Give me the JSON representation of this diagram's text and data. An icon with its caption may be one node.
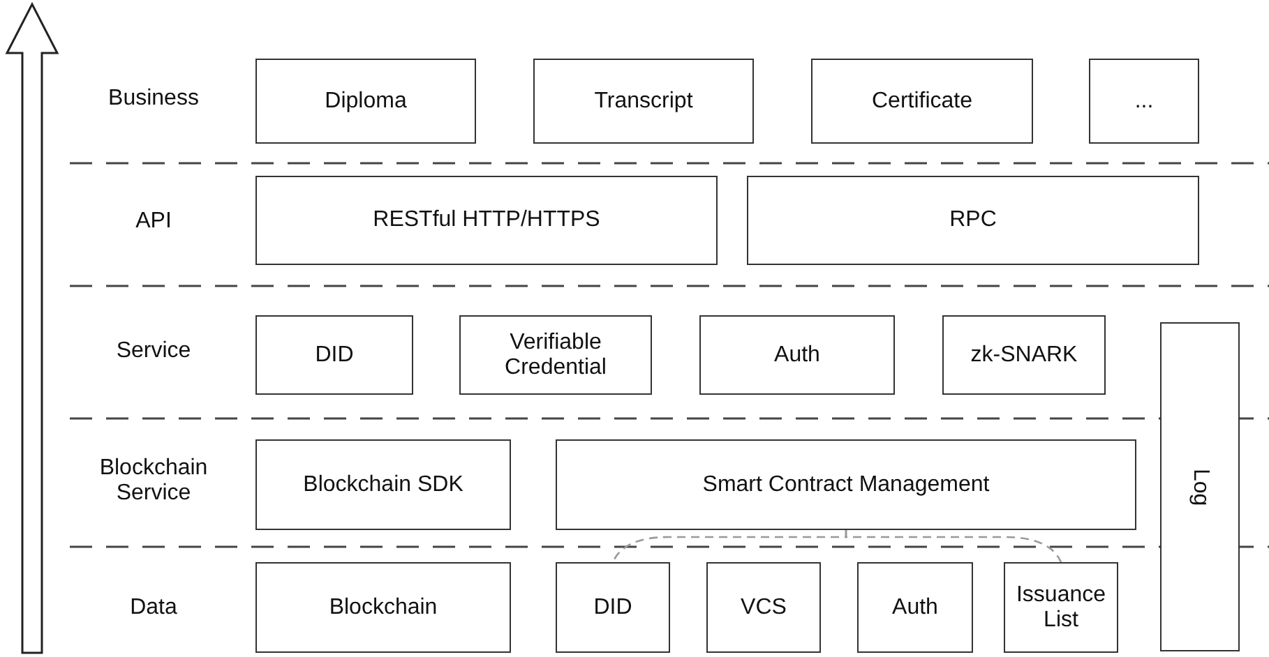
{
  "diagram": {
    "nodes": [
      {
        "text": [
          "Diploma"
        ]
      },
      {
        "text": [
          "Transcript"
        ]
      },
      {
        "text": [
          "Certificate"
        ]
      },
      {
        "text": [
          "..."
        ]
      },
      {
        "text": [
          "RESTful HTTP/HTTPS"
        ]
      },
      {
        "text": [
          "RPC"
        ]
      },
      {
        "text": [
          "DID"
        ]
      },
      {
        "text": [
          "Verifiable Credential"
        ]
      },
      {
        "text": [
          "Auth"
        ]
      },
      {
        "text": [
          "zk-SNARK"
        ]
      },
      {
        "text": [
          "Log"
        ]
      },
      {
        "text": [
          "Blockchain SDK"
        ]
      },
      {
        "text": [
          "Smart Contract Management"
        ]
      },
      {
        "text": [
          "Blockchain"
        ]
      },
      {
        "text": [
          "DID"
        ]
      },
      {
        "text": [
          "VCS"
        ]
      },
      {
        "text": [
          "Auth"
        ]
      },
      {
        "text": [
          "Issuance List"
        ]
      }
    ],
    "edges": [
      {
        "from": 12,
        "to": 14,
        "arrow": "none",
        "style": "dashed"
      },
      {
        "from": 12,
        "to": 17,
        "arrow": "none",
        "style": "dashed"
      }
    ],
    "labels": [
      "Business",
      "API",
      "Service",
      "Blockchain Service",
      "Data"
    ]
  }
}
